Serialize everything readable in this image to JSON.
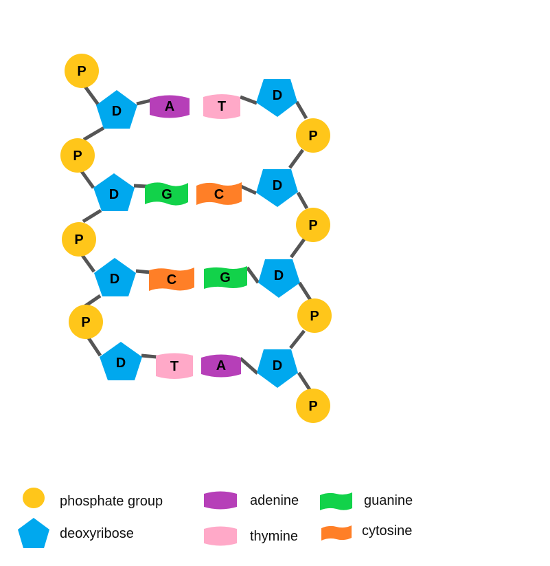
{
  "colors": {
    "phosphate": "#FFC61A",
    "deoxyribose": "#00A8EE",
    "adenine": "#B63FB8",
    "thymine": "#FFA9C8",
    "guanine": "#12D24A",
    "cytosine": "#FF7F27",
    "bond": "#555555"
  },
  "labels": {
    "phosphate": "P",
    "deoxyribose": "D",
    "adenine": "A",
    "thymine": "T",
    "guanine": "G",
    "cytosine": "C"
  },
  "base_pairs": [
    {
      "left": "A",
      "right": "T"
    },
    {
      "left": "G",
      "right": "C"
    },
    {
      "left": "C",
      "right": "G"
    },
    {
      "left": "T",
      "right": "A"
    }
  ],
  "legend": {
    "phosphate": "phosphate group",
    "deoxyribose": "deoxyribose",
    "adenine": "adenine",
    "thymine": "thymine",
    "guanine": "guanine",
    "cytosine": "cytosine"
  }
}
